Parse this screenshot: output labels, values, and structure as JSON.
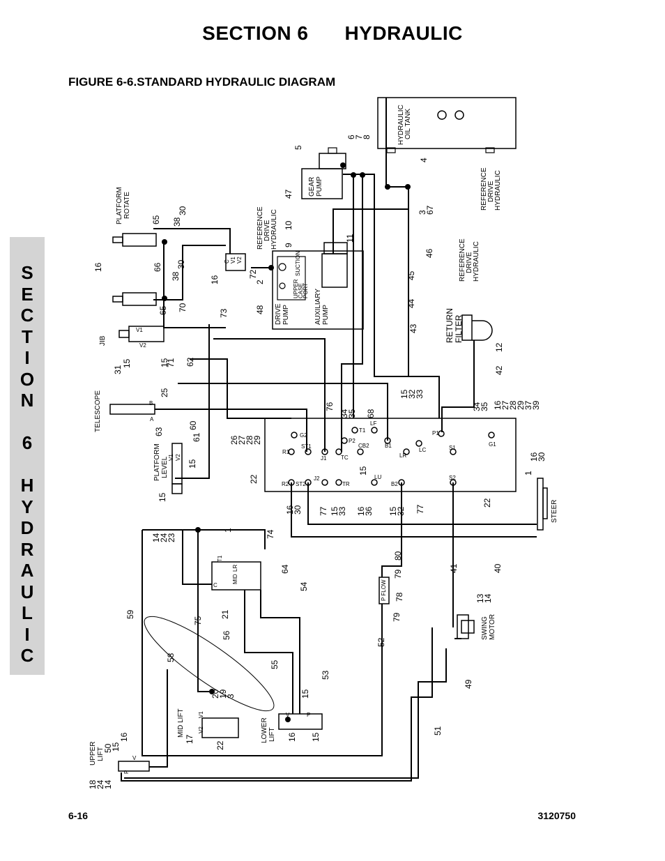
{
  "header": {
    "section": "SECTION 6",
    "name": "HYDRAULIC"
  },
  "figure_title": "FIGURE 6-6.STANDARD HYDRAULIC DIAGRAM",
  "side_tab": [
    "S",
    "E",
    "C",
    "T",
    "I",
    "O",
    "N",
    "",
    "6",
    "",
    "H",
    "Y",
    "D",
    "R",
    "A",
    "U",
    "L",
    "I",
    "C"
  ],
  "footer": {
    "page": "6-16",
    "doc": "3120750"
  },
  "components": {
    "tank_a": "HYDRAULIC",
    "tank_b": "OIL TANK",
    "gear_a": "GEAR",
    "gear_b": "PUMP",
    "drive_a": "DRIVE",
    "drive_b": "PUMP",
    "aux_a": "AUXILIARY",
    "aux_b": "PUMP",
    "ref_a": "REFERENCE",
    "ref_b": "DRIVE",
    "ref_c": "HYDRAULIC",
    "return_a": "RETURN",
    "return_b": "FILTER",
    "plat_rot_a": "PLATFORM",
    "plat_rot_b": "ROTATE",
    "jib": "JIB",
    "telescope": "TELESCOPE",
    "plat_lvl_a": "PLATFORM",
    "plat_lvl_b": "LEVEL",
    "mid_lift": "MID LIFT",
    "lower_a": "LOWER",
    "lower_b": "LIFT",
    "upper_a": "UPPER",
    "upper_b": "LIFT",
    "steer": "STEER",
    "swing_a": "SWING",
    "swing_b": "MOTOR",
    "suction": "SUCTION",
    "upper_a2": "UPPER",
    "upper_case": "CASE",
    "upper_port": "PORT",
    "p_flow": "P FLOW"
  },
  "ports": {
    "g2": "G2",
    "st1": "ST1",
    "r1": "R1",
    "j1": "J1",
    "tc": "TC",
    "p2": "P2",
    "t1": "T1",
    "lf": "LF",
    "cb2": "CB2",
    "b1": "B1",
    "lr": "LR",
    "lc": "LC",
    "p1": "P1",
    "s1": "S1",
    "g1": "G1",
    "r2": "R2",
    "st2": "ST2",
    "j2": "J2",
    "tr": "TR",
    "lu": "LU",
    "b2": "B2",
    "s2": "S2",
    "v1": "V1",
    "v2": "V2",
    "a": "A",
    "b": "B",
    "c": "C",
    "p": "P",
    "v": "V",
    "mid": "MID",
    "lr2": "LR",
    "t1b": "T1"
  },
  "callouts": {
    "c5": "5",
    "c678": "6\n7\n8",
    "c4": "4",
    "c47": "47",
    "c10": "10",
    "c9": "9",
    "c11": "11",
    "c3_67": "3\n67",
    "c46": "46",
    "c45": "45",
    "c44": "44",
    "c43": "43",
    "c12": "12",
    "c42": "42",
    "c65a": "65",
    "c38a": "38",
    "c30a": "30",
    "c66": "66",
    "c38b": "38",
    "c30b": "30",
    "c65b": "65",
    "c16a": "16",
    "c16b": "16",
    "c72": "72",
    "c2": "2",
    "c48": "48",
    "c73": "73",
    "c70": "70",
    "c31": "31",
    "c15a": "15",
    "c15b": "15",
    "c71": "71",
    "c62": "62",
    "c25": "25",
    "c63": "63",
    "c60": "60",
    "c61": "61",
    "c15c": "15",
    "c15d": "15",
    "c26": "26\n27\n28\n29",
    "c22a": "22",
    "c1630a": "16\n30",
    "c76": "76",
    "c3435": "34\n35",
    "c68": "68",
    "c153233": "15\n32\n33",
    "c3435b": "34\n35",
    "c16list": "16\n27\n28\n29\n37\n39",
    "c77a": "77",
    "c1533": "15\n33",
    "c1636": "16\n36",
    "c1532": "15\n32",
    "c77b": "77",
    "c15e": "15",
    "c22b": "22",
    "c1630b": "16\n30",
    "c1": "1",
    "c142423": "14\n24\n23",
    "c1b": "1",
    "c74": "74",
    "c64": "64",
    "c54": "54",
    "c80": "80",
    "c79a": "79",
    "c78": "78",
    "c79b": "79",
    "c21": "21",
    "c75": "75",
    "c56": "56",
    "c59": "59",
    "c58": "58",
    "c55": "55",
    "c53": "53",
    "c52": "52",
    "c41": "41",
    "c40": "40",
    "c1314": "13\n14",
    "c49": "49",
    "c201930": "20\n19\n3",
    "c17": "17",
    "c22c": "22",
    "c15f": "15",
    "c16c": "16",
    "c15g": "15",
    "c51": "51",
    "c50": "50",
    "c15h": "15",
    "c16d": "16",
    "c182414": "18\n24\n14"
  }
}
